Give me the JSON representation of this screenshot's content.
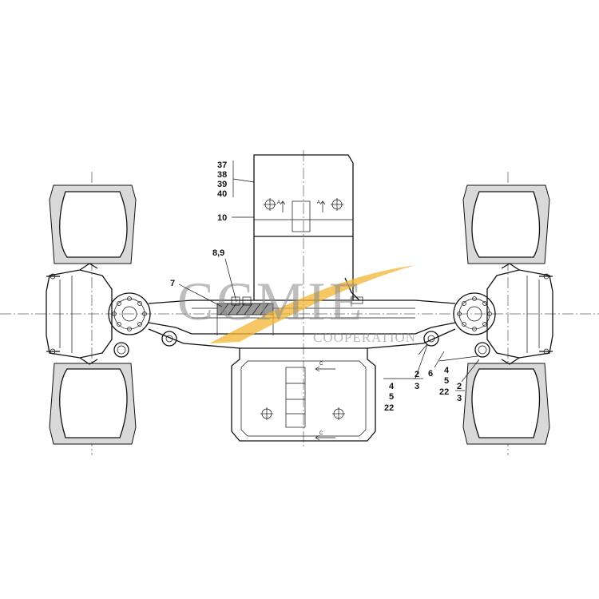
{
  "callouts": {
    "plate_group": [
      "37",
      "38",
      "39",
      "40"
    ],
    "plate": "10",
    "bolts_89": "8,9",
    "part_7": "7",
    "left_mount": [
      "4",
      "5",
      "22"
    ],
    "left_cap": [
      "2",
      "3"
    ],
    "part_6": "6",
    "right_mount": [
      "4",
      "5",
      "22"
    ],
    "right_cap": [
      "2",
      "3"
    ]
  },
  "section_marks": {
    "a_left": "A",
    "a_right": "A",
    "c_top": "C",
    "c_bottom": "C"
  },
  "watermark": {
    "brand": "CCMIE",
    "tagline": "COOPERATION",
    "accent_color": "#f2b632",
    "color": "#8a8a8a"
  }
}
